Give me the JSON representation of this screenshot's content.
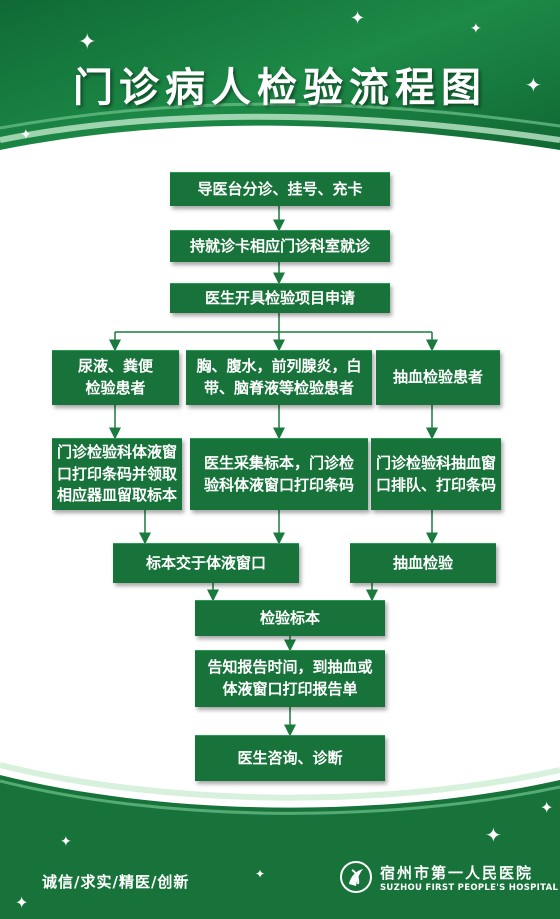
{
  "title": "门诊病人检验流程图",
  "colors": {
    "brand_green": "#17733a",
    "dark_green": "#0c5c2c",
    "line_green": "#1b7a3e"
  },
  "steps": {
    "s1": "导医台分诊、挂号、充卡",
    "s2": "持就诊卡相应门诊科室就诊",
    "s3": "医生开具检验项目申请",
    "branch_a": "尿液、粪便\n检验患者",
    "branch_b": "胸、腹水，前列腺炎，白\n带、脑脊液等检验患者",
    "branch_c": "抽血检验患者",
    "a2": "门诊检验科体液窗\n口打印条码并领取\n相应器皿留取标本",
    "b2": "医生采集标本，门诊检\n验科体液窗口打印条码",
    "c2": "门诊检验科抽血窗\n口排队、打印条码",
    "ab3": "标本交于体液窗口",
    "c3": "抽血检验",
    "m1": "检验标本",
    "m2": "告知报告时间，到抽血或\n体液窗口打印报告单",
    "m3": "医生咨询、诊断"
  },
  "footer": {
    "slogan": "诚信/求实/精医/创新",
    "hospital_cn": "宿州市第一人民医院",
    "hospital_en": "SUZHOU FIRST PEOPLE'S HOSPITAL"
  },
  "icons": [
    "sparkle-icon",
    "hospital-logo-icon"
  ]
}
